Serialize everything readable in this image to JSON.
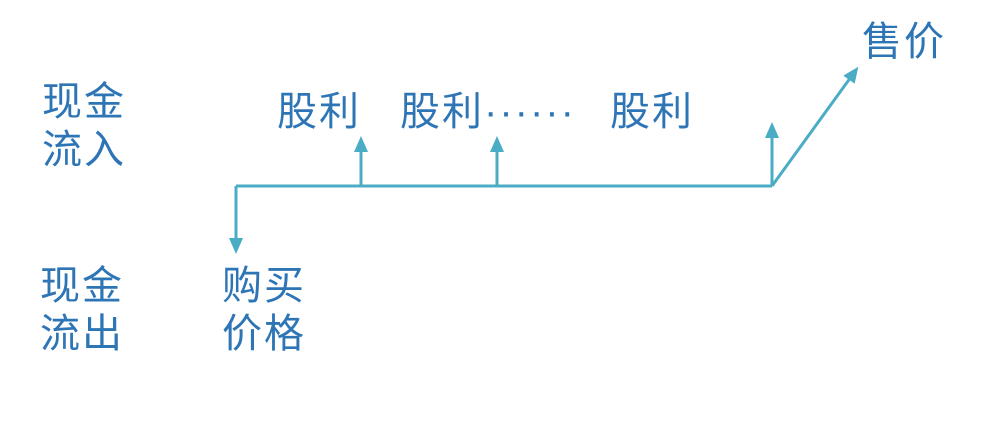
{
  "diagram": {
    "description": "stock-investment-cash-flow-timeline",
    "labels": {
      "cash_inflow": "现金\n流入",
      "cash_outflow": "现金\n流出",
      "dividend_1": "股利",
      "dividend_2": "股利······",
      "dividend_3": "股利",
      "sale_price": "售价",
      "purchase_price": "购买\n价格"
    }
  },
  "colors": {
    "text": "#2E75B6",
    "line": "#4BACC6",
    "background": "#FFFFFF"
  }
}
